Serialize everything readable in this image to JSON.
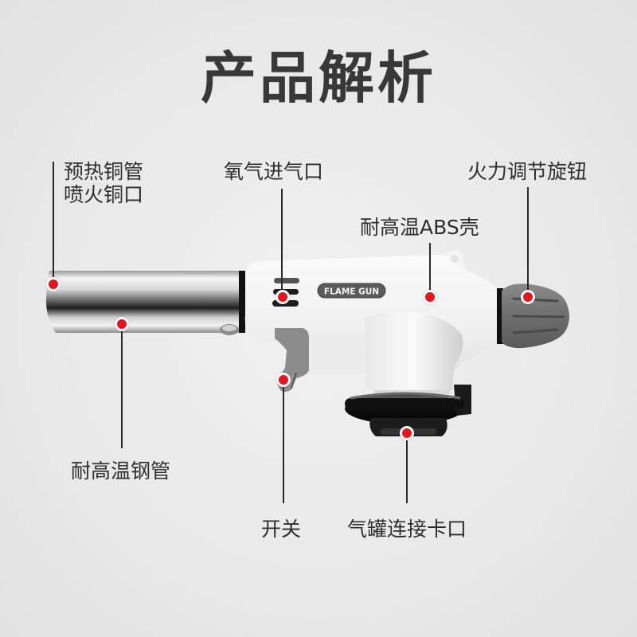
{
  "title": "产品解析",
  "product": {
    "brand_badge": "FLAME GUN"
  },
  "callouts": [
    {
      "id": "preheat-copper-tube",
      "lines": [
        "预热铜管",
        "喷火铜口"
      ]
    },
    {
      "id": "oxygen-inlet",
      "text": "氧气进气口"
    },
    {
      "id": "flame-adjust-knob",
      "text": "火力调节旋钮"
    },
    {
      "id": "abs-shell",
      "text": "耐高温ABS壳"
    },
    {
      "id": "steel-tube",
      "text": "耐高温钢管"
    },
    {
      "id": "switch",
      "text": "开关"
    },
    {
      "id": "gas-canister-connector",
      "text": "气罐连接卡口"
    }
  ],
  "colors": {
    "background": "#e3e3e3",
    "marker": "#e8141c",
    "text": "#2e2e2e",
    "shell": "#f2f2f2",
    "knob": "#6f6f6f"
  }
}
